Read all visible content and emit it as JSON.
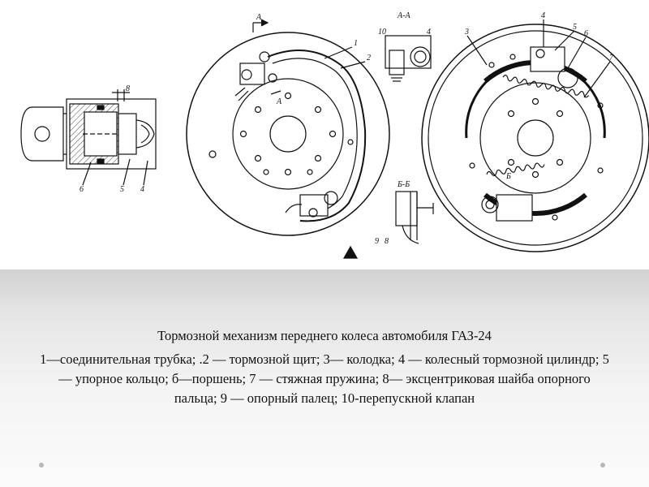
{
  "figure": {
    "labels": {
      "section_a": "А",
      "section_aa": "А-А",
      "section_bb": "Б-Б",
      "section_b": "Б",
      "num1": "1",
      "num2": "2",
      "num3": "3",
      "num4": "4",
      "num5": "5",
      "num6": "6",
      "num7": "7",
      "num8": "8",
      "num9": "9",
      "num10": "10"
    }
  },
  "caption": {
    "title": "Тормозной механизм переднего колеса автомобиля ГАЗ-24",
    "body": "1—соединительная трубка; .2 — тормозной щит; 3— колодка; 4 — колесный тормозной цилиндр; 5 — упорное кольцо; б—поршень; 7 — стяжная пружина; 8— эксцентриковая шайба опорного пальца; 9 — опорный палец; 10-перепускной клапан"
  }
}
